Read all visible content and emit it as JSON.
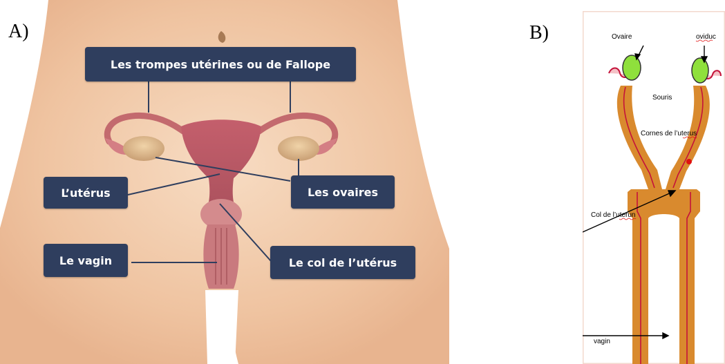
{
  "panel_a": {
    "panel_label": "A)",
    "labels": {
      "fallopian_tubes": "Les trompes utérines ou de Fallope",
      "uterus": "L’utérus",
      "ovaries": "Les ovaires",
      "vagina": "Le vagin",
      "cervix": "Le col de l’utérus"
    }
  },
  "panel_b": {
    "panel_label": "B)",
    "labels": {
      "ovary": "Ovaire",
      "oviduct": "oviduc",
      "species": "Souris",
      "uterine_horns": "Cornes de l’uterus",
      "cervix": "Col de l’uterun",
      "vagina": "vagin"
    }
  },
  "colors": {
    "label_box": "#2f3e5e",
    "skin": "#f2c9a6",
    "uterus_tissue": "#c97a7e",
    "mouse_tube": "#d98a2e",
    "mouse_ovary": "#8fe03c"
  }
}
